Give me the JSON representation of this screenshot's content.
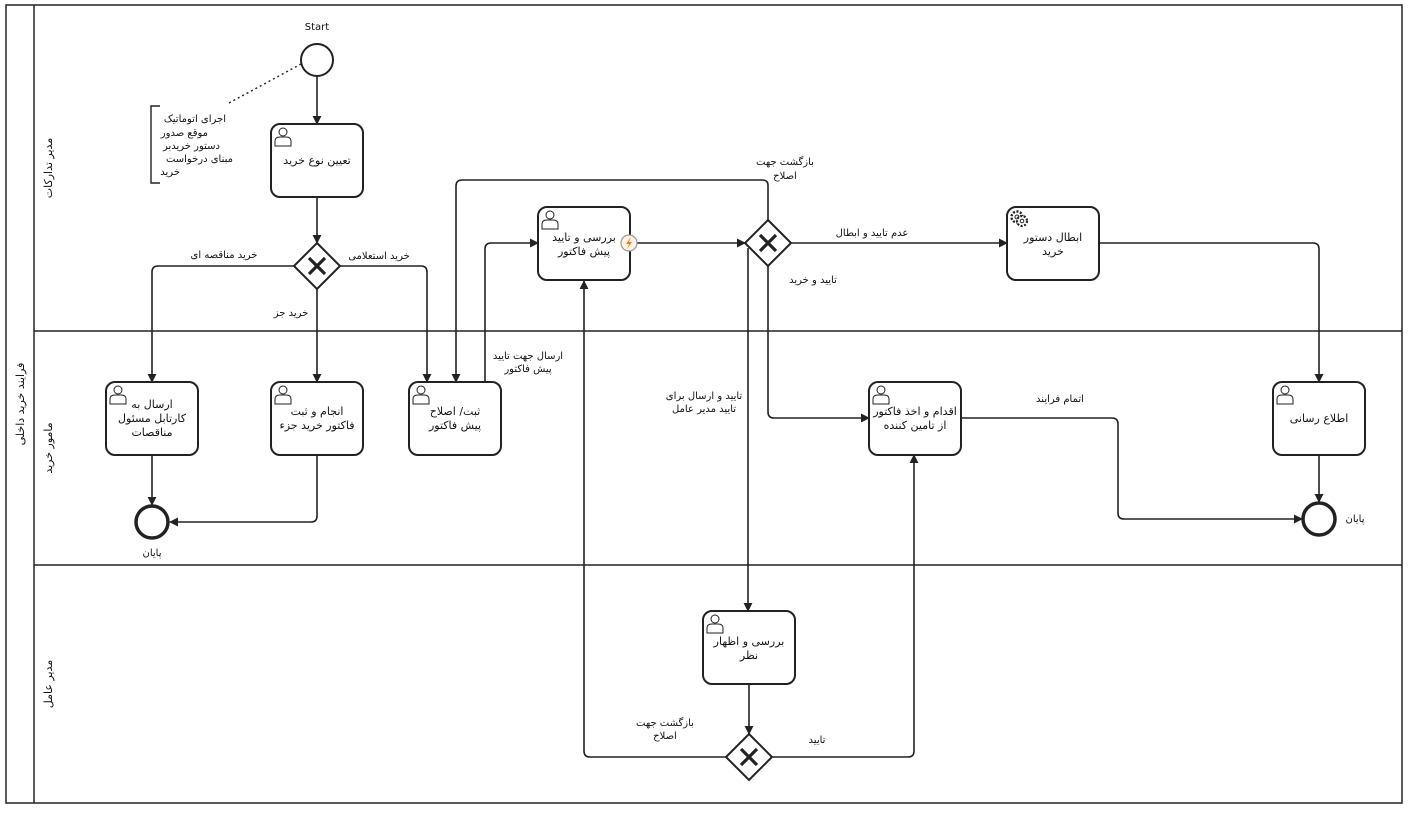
{
  "pool": {
    "title": "فرایند خرید داخلی"
  },
  "lanes": [
    {
      "id": "procurement",
      "label": "مدیر تدارکات"
    },
    {
      "id": "purchaser",
      "label": "مامور خرید"
    },
    {
      "id": "ceo",
      "label": "مدیر عامل"
    }
  ],
  "events": {
    "start": {
      "label": "Start"
    },
    "end_tender": {
      "label": "پایان"
    },
    "end_main": {
      "label": "پایان"
    }
  },
  "annotation": {
    "lines": [
      "اجرای اتوماتیک",
      "موقع صدور",
      "دستور خریدبر",
      "مبنای درخواست",
      "خرید"
    ]
  },
  "tasks": {
    "determine_type": {
      "type": "user",
      "lines": [
        "تعیین نوع خرید"
      ]
    },
    "review_invoice": {
      "type": "user",
      "lines": [
        "بررسی و تایید",
        "پیش فاکتور"
      ]
    },
    "cancel_order": {
      "type": "service",
      "lines": [
        "ابطال دستور",
        "خرید"
      ]
    },
    "send_tender": {
      "type": "user",
      "lines": [
        "ارسال به",
        "کارتابل مسئول",
        "مناقصات"
      ]
    },
    "partial_buy": {
      "type": "user",
      "lines": [
        "انجام و ثبت",
        "فاکتور خرید جزء"
      ]
    },
    "register_invoice": {
      "type": "user",
      "lines": [
        "ثبت/ اصلاح",
        "پیش فاکتور"
      ]
    },
    "take_invoice": {
      "type": "user",
      "lines": [
        "اقدام و اخذ فاکتور",
        "از تامین کننده"
      ]
    },
    "notify": {
      "type": "user",
      "lines": [
        "اطلاع رسانی"
      ]
    },
    "ceo_review": {
      "type": "user",
      "lines": [
        "بررسی و اظهار",
        "نظر"
      ]
    }
  },
  "flow_labels": {
    "tender": "خرید مناقصه ای",
    "inquiry": "خرید استعلامی",
    "partial": "خرید جز",
    "return_fix_top": [
      "بازگشت جهت",
      "اصلاح"
    ],
    "reject_cancel": "عدم تایید و ابطال",
    "approve_buy": "تایید و خرید",
    "send_for_approval": [
      "ارسال جهت تایید",
      "پیش فاکتور"
    ],
    "approve_send_ceo": [
      "تایید و ارسال برای",
      "تایید مدیر عامل"
    ],
    "finish_process": "اتمام فرایند",
    "return_fix_bottom": [
      "بازگشت جهت",
      "اصلاح"
    ],
    "approve": "تایید"
  },
  "icons": {
    "user_task": "user-icon",
    "service_task": "gear-icon",
    "boundary_event": "lightning-icon",
    "gateway": "exclusive-gateway-x"
  },
  "colors": {
    "stroke": "#222222",
    "boundary_fill": "#fff3e8",
    "boundary_bolt": "#f07a18"
  }
}
